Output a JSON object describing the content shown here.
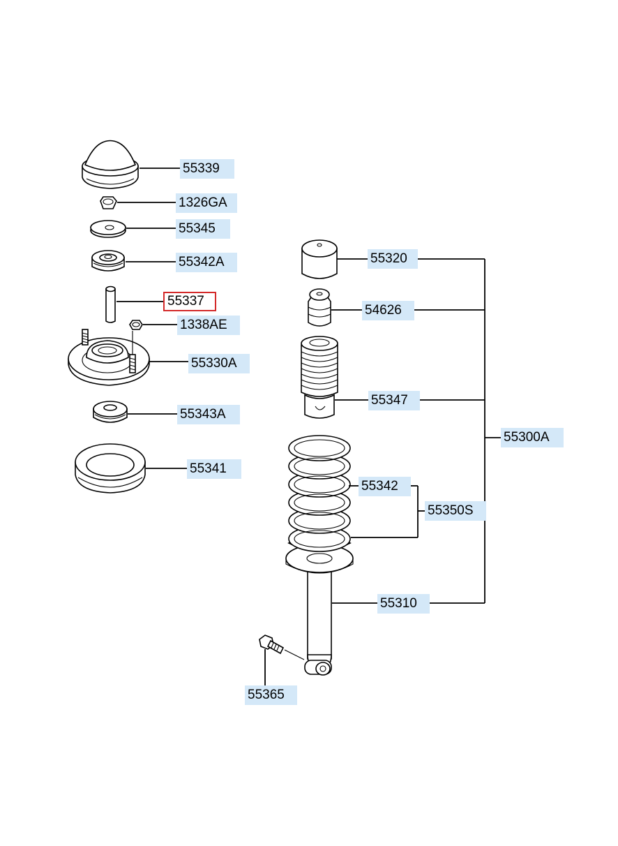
{
  "labels": {
    "p55339": "55339",
    "p1326ga": "1326GA",
    "p55345": "55345",
    "p55342a": "55342A",
    "p55337": "55337",
    "p1338ae": "1338AE",
    "p55330a": "55330A",
    "p55343a": "55343A",
    "p55341": "55341",
    "p55320": "55320",
    "p54626": "54626",
    "p55347": "55347",
    "p55300a": "55300A",
    "p55342": "55342",
    "p55350s": "55350S",
    "p55310": "55310",
    "p55365": "55365"
  },
  "selected_part": "55337",
  "colors": {
    "label_bg": "#d4e8f8",
    "selected_border": "#d42a2a",
    "line": "#000000"
  }
}
